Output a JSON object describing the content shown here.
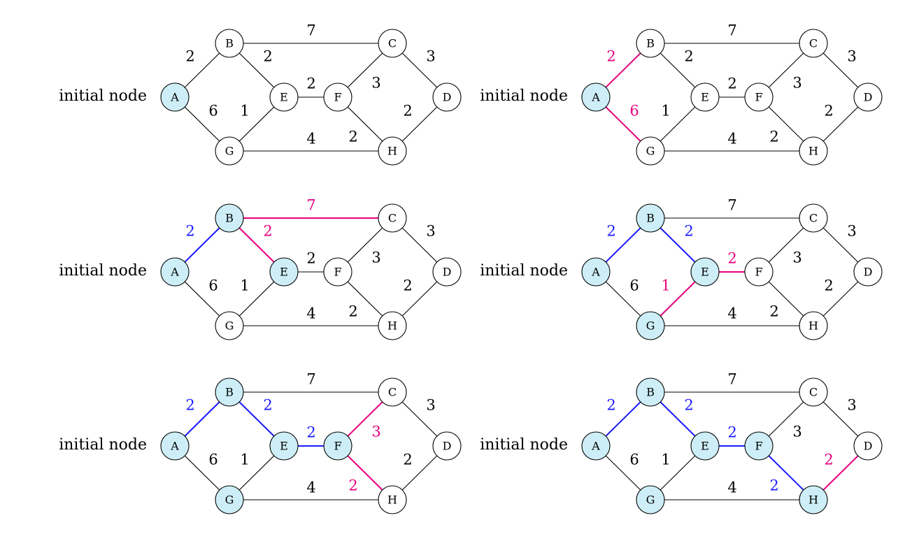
{
  "colors": {
    "visited_fill": "#cdeef6",
    "unvisited_fill": "#ffffff",
    "default_edge": "#000000",
    "tree_edge": "#1a1aff",
    "candidate_edge": "#e6007e"
  },
  "nodes": [
    "A",
    "B",
    "C",
    "D",
    "E",
    "F",
    "G",
    "H"
  ],
  "edges": [
    {
      "id": "AB",
      "from": "A",
      "to": "B",
      "weight": "2"
    },
    {
      "id": "AG",
      "from": "A",
      "to": "G",
      "weight": "6"
    },
    {
      "id": "BC",
      "from": "B",
      "to": "C",
      "weight": "7"
    },
    {
      "id": "BE",
      "from": "B",
      "to": "E",
      "weight": "2"
    },
    {
      "id": "GE",
      "from": "G",
      "to": "E",
      "weight": "1"
    },
    {
      "id": "EF",
      "from": "E",
      "to": "F",
      "weight": "2"
    },
    {
      "id": "FC",
      "from": "F",
      "to": "C",
      "weight": "3"
    },
    {
      "id": "CD",
      "from": "C",
      "to": "D",
      "weight": "3"
    },
    {
      "id": "GH",
      "from": "G",
      "to": "H",
      "weight": "4"
    },
    {
      "id": "FH",
      "from": "F",
      "to": "H",
      "weight": "2"
    },
    {
      "id": "HD",
      "from": "H",
      "to": "D",
      "weight": "2"
    }
  ],
  "panels": [
    {
      "label": "initial node",
      "visited": [
        "A"
      ],
      "tree_edges": [],
      "candidate_edges": []
    },
    {
      "label": "initial node",
      "visited": [
        "A"
      ],
      "tree_edges": [],
      "candidate_edges": [
        "AB",
        "AG"
      ]
    },
    {
      "label": "initial node",
      "visited": [
        "A",
        "B",
        "E"
      ],
      "tree_edges": [
        "AB"
      ],
      "candidate_edges": [
        "BC",
        "BE"
      ]
    },
    {
      "label": "initial node",
      "visited": [
        "A",
        "B",
        "E",
        "G"
      ],
      "tree_edges": [
        "AB",
        "BE"
      ],
      "candidate_edges": [
        "EF",
        "GE"
      ]
    },
    {
      "label": "initial node",
      "visited": [
        "A",
        "B",
        "E",
        "F",
        "G"
      ],
      "tree_edges": [
        "AB",
        "BE",
        "EF"
      ],
      "candidate_edges": [
        "FC",
        "FH"
      ]
    },
    {
      "label": "initial node",
      "visited": [
        "A",
        "B",
        "E",
        "F",
        "G",
        "H"
      ],
      "tree_edges": [
        "AB",
        "BE",
        "EF",
        "FH"
      ],
      "candidate_edges": [
        "HD"
      ]
    }
  ]
}
